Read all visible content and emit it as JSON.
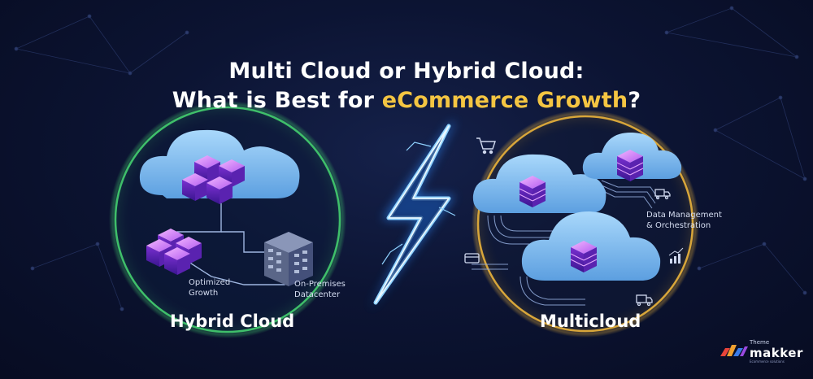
{
  "title": {
    "line1": "Multi Cloud or Hybrid Cloud:",
    "line2_prefix": "What is Best for ",
    "line2_accent": "eCommerce Growth",
    "line2_suffix": "?"
  },
  "hybrid": {
    "heading": "Hybrid Cloud",
    "label_growth_1": "Optimized",
    "label_growth_2": "Growth",
    "label_dc_1": "On-Premises",
    "label_dc_2": "Datacenter"
  },
  "multi": {
    "heading": "Multicloud",
    "label_mgmt_1": "Data Management",
    "label_mgmt_2": "& Orchestration"
  },
  "logo": {
    "small": "Theme",
    "word": "makker",
    "tag": "Ecommerce solutions"
  },
  "icons": [
    "cart-icon",
    "truck-icon",
    "credit-card-icon",
    "bar-chart-icon",
    "lightning-bolt-icon",
    "server-stack-icon",
    "cloud-icon"
  ],
  "colors": {
    "background": "#0a1230",
    "accent": "#f4c542",
    "hybrid_ring": "#3fbf6a",
    "multi_ring": "#d8a63a",
    "lightning": "#4fb3ff",
    "cloud": "#7fbff0"
  }
}
